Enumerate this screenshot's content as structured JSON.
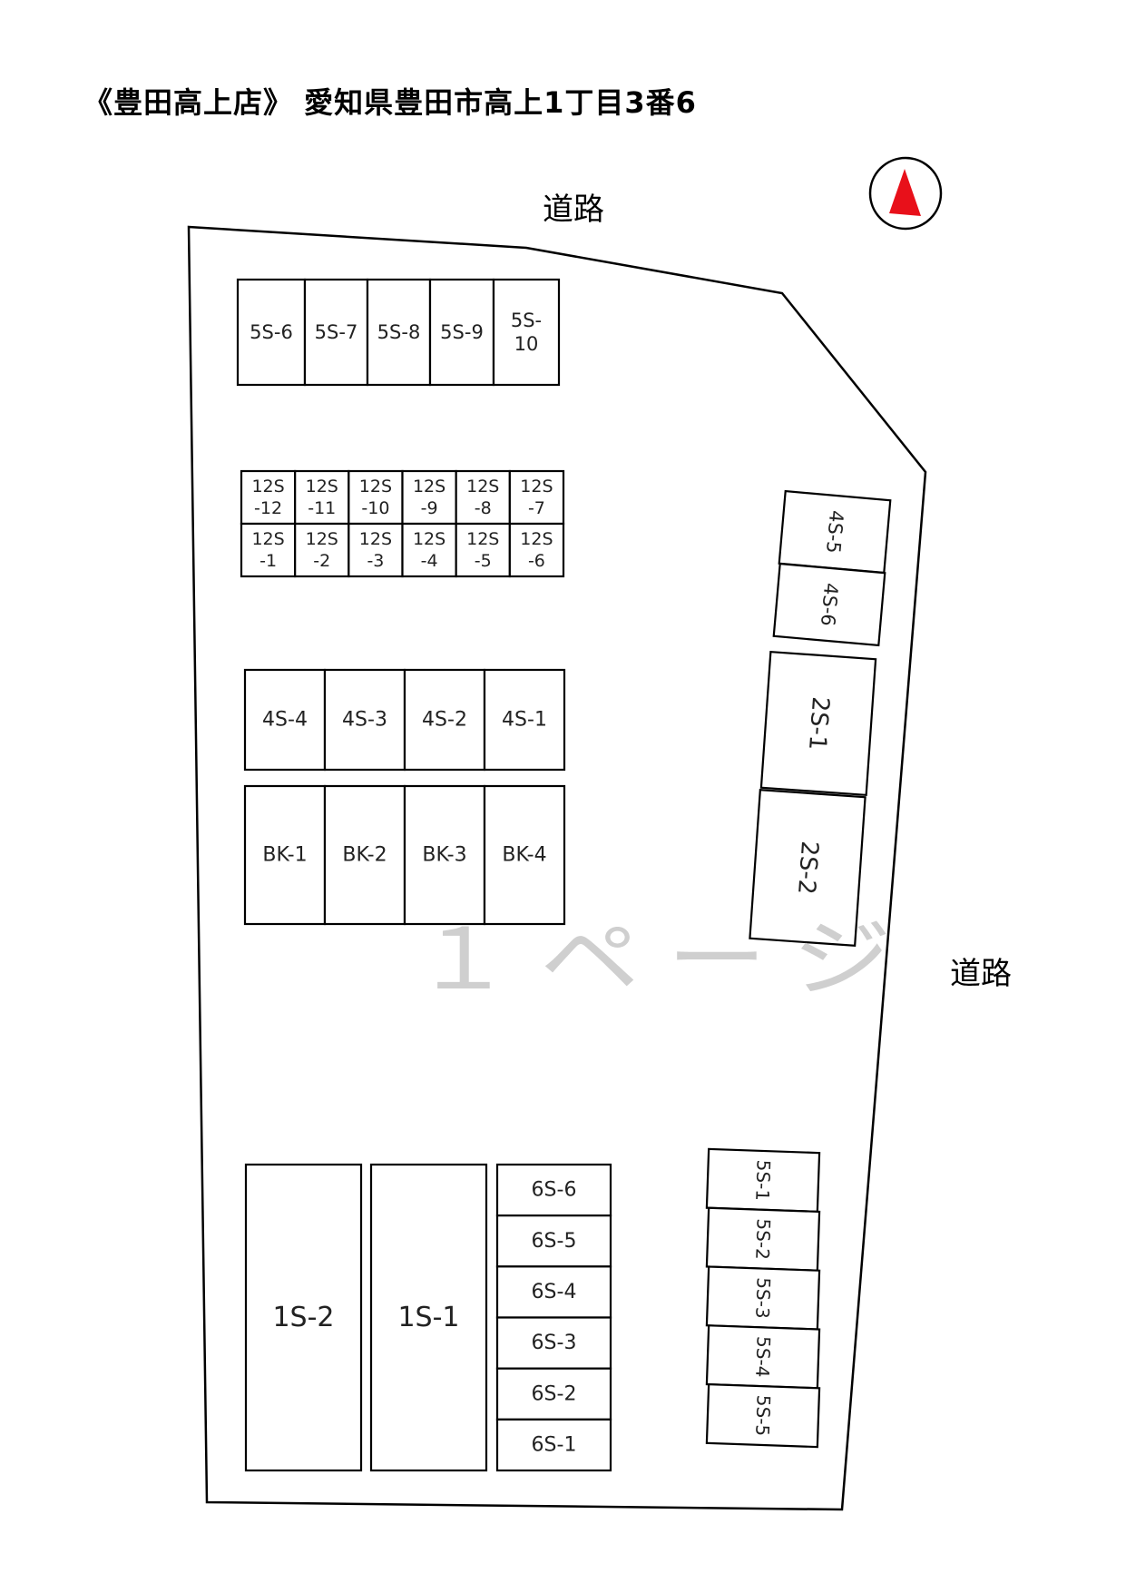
{
  "title": "《豊田高上店》 愛知県豊田市高上1丁目3番6",
  "roads": {
    "top": "道路",
    "right": "道路"
  },
  "watermark": "１ページ",
  "compass": {
    "icon": "north-arrow-icon",
    "color": "#e8101a"
  },
  "units": {
    "row_5s_top": [
      "5S-6",
      "5S-7",
      "5S-8",
      "5S-9",
      "5S-10"
    ],
    "row_12s_top": [
      "12S-12",
      "12S-11",
      "12S-10",
      "12S-9",
      "12S-8",
      "12S-7"
    ],
    "row_12s_bottom": [
      "12S-1",
      "12S-2",
      "12S-3",
      "12S-4",
      "12S-5",
      "12S-6"
    ],
    "row_4s": [
      "4S-4",
      "4S-3",
      "4S-2",
      "4S-1"
    ],
    "row_bk": [
      "BK-1",
      "BK-2",
      "BK-3",
      "BK-4"
    ],
    "col_4s_right": [
      "4S-5",
      "4S-6"
    ],
    "col_2s": [
      "2S-1",
      "2S-2"
    ],
    "col_1s": [
      "1S-2",
      "1S-1"
    ],
    "col_6s": [
      "6S-6",
      "6S-5",
      "6S-4",
      "6S-3",
      "6S-2",
      "6S-1"
    ],
    "col_5s_right": [
      "5S-1",
      "5S-2",
      "5S-3",
      "5S-4",
      "5S-5"
    ]
  }
}
